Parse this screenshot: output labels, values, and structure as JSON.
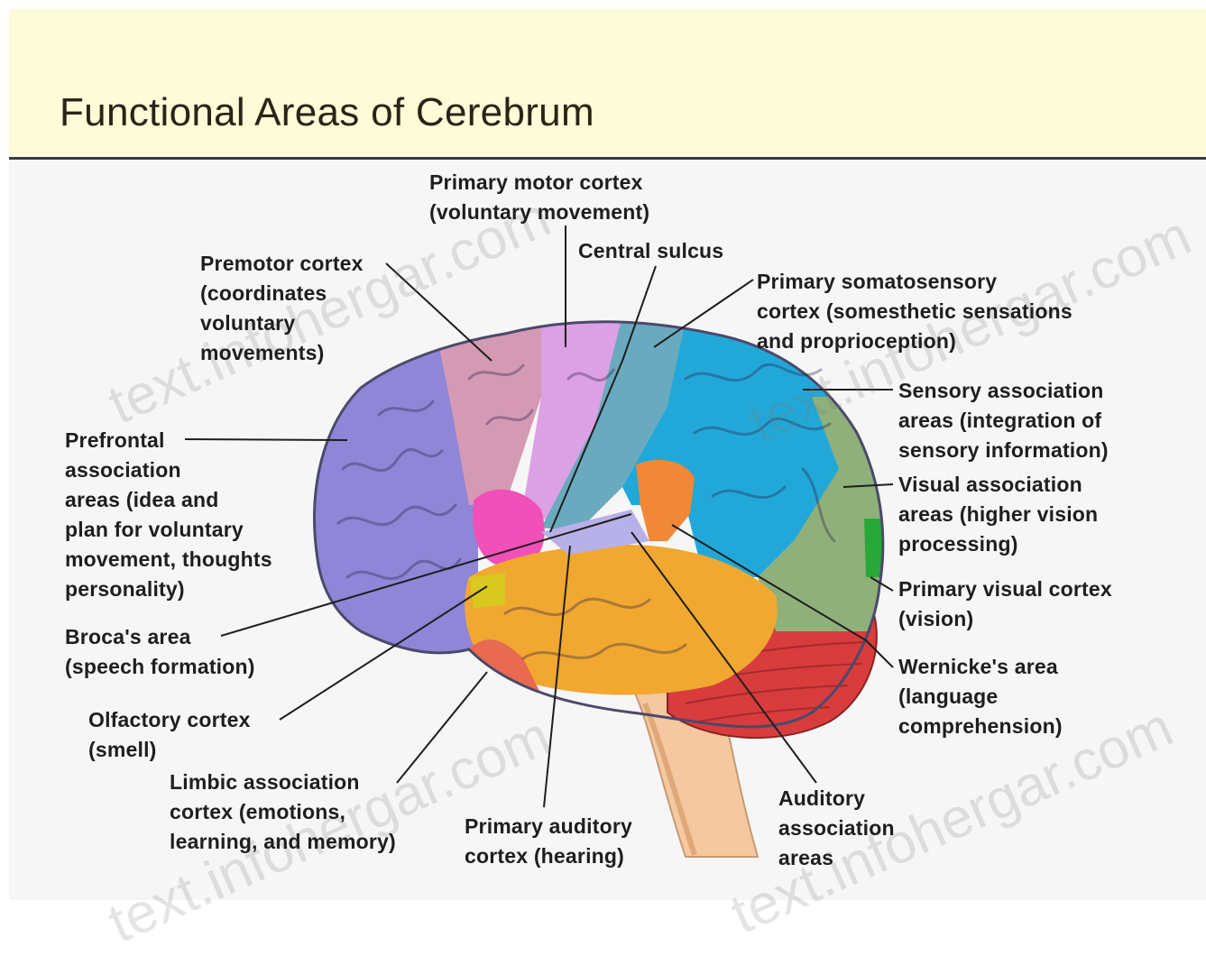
{
  "title": "Functional Areas of Cerebrum",
  "watermark": "text.infohergar.com",
  "labels": {
    "primary_motor": "Primary motor cortex\n(voluntary movement)",
    "central_sulcus": "Central sulcus",
    "premotor": "Premotor cortex\n(coordinates\nvoluntary\nmovements)",
    "somatosensory": "Primary somatosensory\ncortex (somesthetic sensations\nand proprioception)",
    "sensory_association": "Sensory association\nareas (integration of\nsensory information)",
    "prefrontal": "Prefrontal\nassociation\nareas (idea and\nplan for voluntary\nmovement, thoughts\npersonality)",
    "visual_association": "Visual association\nareas (higher vision\nprocessing)",
    "primary_visual": "Primary visual cortex\n(vision)",
    "brocas": "Broca's area\n(speech formation)",
    "wernickes": "Wernicke's area\n(language\ncomprehension)",
    "olfactory": "Olfactory cortex\n(smell)",
    "limbic": "Limbic association\ncortex (emotions,\nlearning, and memory)",
    "primary_auditory": "Primary auditory\ncortex (hearing)",
    "auditory_association": "Auditory\nassociation\nareas"
  },
  "colors": {
    "header_bg": "#fefbd8",
    "prefrontal": "#8f86d8",
    "premotor": "#d49ab4",
    "primary_motor": "#dca0e4",
    "somatosensory": "#6aaabf",
    "sensory_association": "#22a8d8",
    "visual_association": "#8fb07a",
    "primary_visual": "#28a838",
    "brocas": "#f050b8",
    "temporal": "#f0a830",
    "wernickes": "#f08838",
    "cerebellum": "#d83c3c",
    "brainstem": "#f4c8a0"
  }
}
